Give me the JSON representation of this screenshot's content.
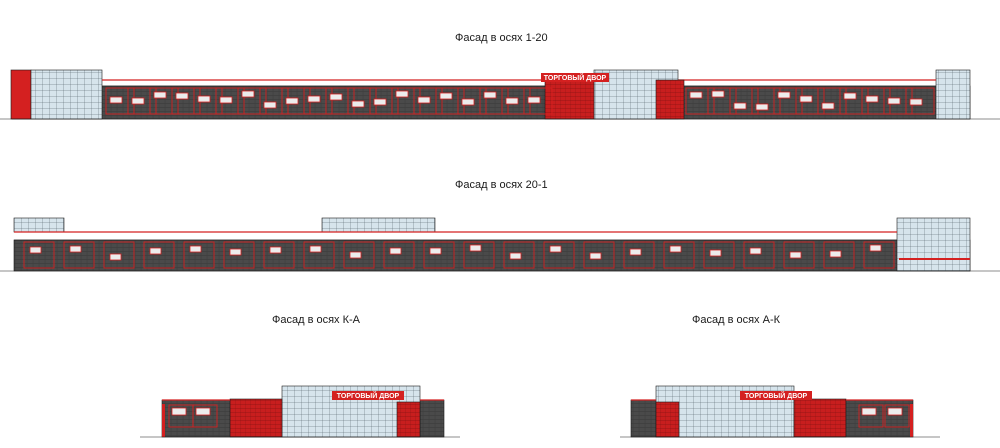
{
  "facades": [
    {
      "title": "Фасад в осях 1-20",
      "sign": "ТОРГОВЫЙ ДВОР"
    },
    {
      "title": "Фасад в осях 20-1"
    },
    {
      "title": "Фасад в осях К-А",
      "sign": "ТОРГОВЫЙ ДВОР"
    },
    {
      "title": "Фасад в осях А-К",
      "sign": "ТОРГОВЫЙ ДВОР"
    }
  ],
  "colors": {
    "brick": "#4a4a4a",
    "accent": "#d42020",
    "glass": "#cfe0ea",
    "outline": "#1a1a1a"
  }
}
